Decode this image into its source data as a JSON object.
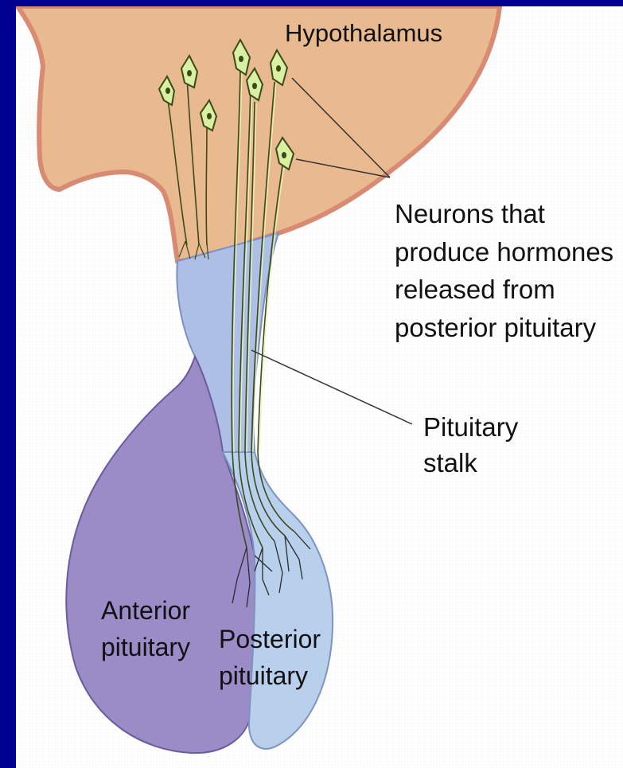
{
  "labels": {
    "hypothalamus": "Hypothalamus",
    "neurons": [
      "Neurons that",
      "produce hormones",
      "released from",
      "posterior pituitary"
    ],
    "stalk": [
      "Pituitary",
      "stalk"
    ],
    "anterior": [
      "Anterior",
      "pituitary"
    ],
    "posterior": [
      "Posterior",
      "pituitary"
    ]
  },
  "colors": {
    "frame": "#000090",
    "background": "#ffffff",
    "hypothalamus_tissue": "#e9b98f",
    "hypothalamus_rim": "#d98a72",
    "stalk_tissue": "#aebfe6",
    "anterior_lobe": "#9b8cc8",
    "posterior_lobe": "#b9d0ec",
    "neuron_fill": "#d9f0a0",
    "neuron_stroke": "#3b4a1c",
    "leader_line": "#333333"
  }
}
